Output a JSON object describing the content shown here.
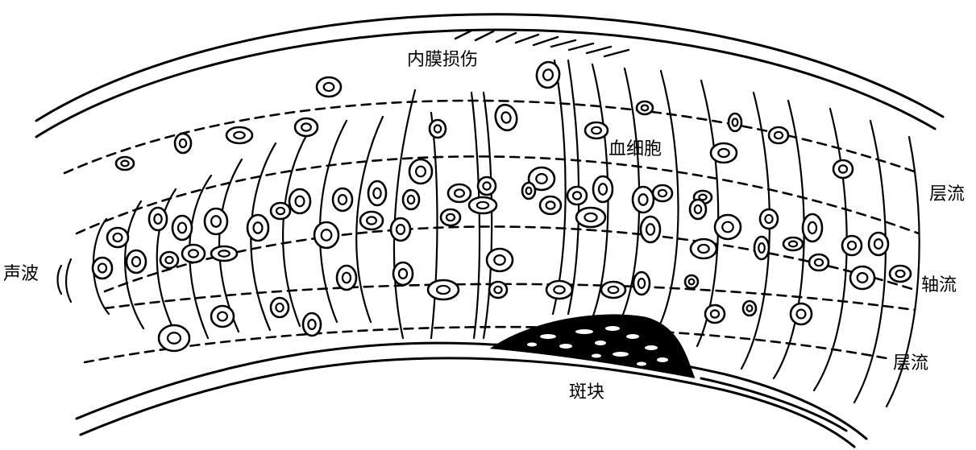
{
  "labels": {
    "intima_injury": "内膜损伤",
    "blood_cells": "血细胞",
    "laminar_flow_top": "层流",
    "axial_flow": "轴流",
    "laminar_flow_bottom": "层流",
    "sound_wave": "声波",
    "plaque": "斑块"
  },
  "colors": {
    "ink": "#000000",
    "background": "#ffffff"
  }
}
